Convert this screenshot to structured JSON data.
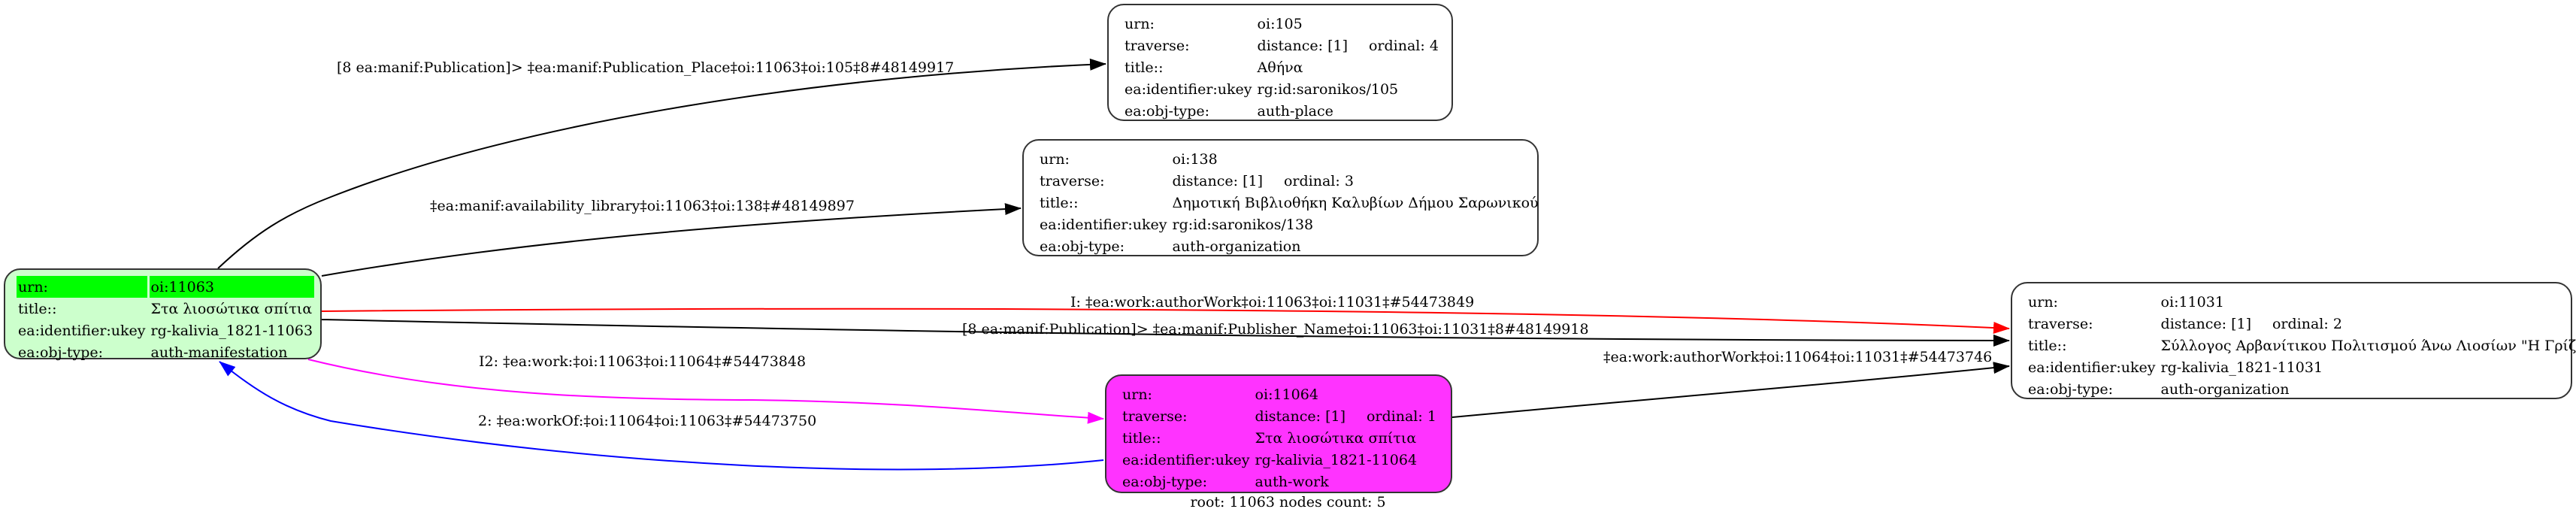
{
  "graph": {
    "colors": {
      "root_fill": "#ccffcc",
      "root_highlight": "#00ff00",
      "work_fill": "#ff33ff",
      "default_fill": "#ffffff",
      "edge_default": "#000000",
      "edge_author": "#ff0000",
      "edge_work": "#ff00ff",
      "edge_workof": "#0000ff"
    },
    "nodes": {
      "n11063": {
        "urn_key": "urn:",
        "urn": "oi:11063",
        "title_key": "title::",
        "title": "Στα λιοσώτικα σπίτια",
        "ukey_key": "ea:identifier:ukey",
        "ukey": "rg-kalivia_1821-11063",
        "type_key": "ea:obj-type:",
        "type": "auth-manifestation"
      },
      "n105": {
        "urn_key": "urn:",
        "urn": "oi:105",
        "traverse_key": "traverse:",
        "distance": "distance: [1]",
        "ordinal": "ordinal: 4",
        "title_key": "title::",
        "title": "Αθήνα",
        "ukey_key": "ea:identifier:ukey",
        "ukey": "rg:id:saronikos/105",
        "type_key": "ea:obj-type:",
        "type": "auth-place"
      },
      "n138": {
        "urn_key": "urn:",
        "urn": "oi:138",
        "traverse_key": "traverse:",
        "distance": "distance: [1]",
        "ordinal": "ordinal: 3",
        "title_key": "title::",
        "title": "Δημοτική Βιβλιοθήκη Καλυβίων Δήμου Σαρωνικού",
        "ukey_key": "ea:identifier:ukey",
        "ukey": "rg:id:saronikos/138",
        "type_key": "ea:obj-type:",
        "type": "auth-organization"
      },
      "n11031": {
        "urn_key": "urn:",
        "urn": "oi:11031",
        "traverse_key": "traverse:",
        "distance": "distance: [1]",
        "ordinal": "ordinal: 2",
        "title_key": "title::",
        "title": "Σύλλογος Αρβανίτικου Πολιτισμού Άνω Λιοσίων \"Η Γρίζα\"",
        "ukey_key": "ea:identifier:ukey",
        "ukey": "rg-kalivia_1821-11031",
        "type_key": "ea:obj-type:",
        "type": "auth-organization"
      },
      "n11064": {
        "urn_key": "urn:",
        "urn": "oi:11064",
        "traverse_key": "traverse:",
        "distance": "distance: [1]",
        "ordinal": "ordinal: 1",
        "title_key": "title::",
        "title": "Στα λιοσώτικα σπίτια",
        "ukey_key": "ea:identifier:ukey",
        "ukey": "rg-kalivia_1821-11064",
        "type_key": "ea:obj-type:",
        "type": "auth-work"
      }
    },
    "edges": {
      "pub_place": {
        "from": "oi:11063",
        "to": "oi:105",
        "label": "[8 ea:manif:Publication]> ‡ea:manif:Publication_Place‡oi:11063‡oi:105‡8#48149917"
      },
      "avail_library": {
        "from": "oi:11063",
        "to": "oi:138",
        "label": "‡ea:manif:availability_library‡oi:11063‡oi:138‡#48149897"
      },
      "author_work": {
        "from": "oi:11063",
        "to": "oi:11031",
        "label": "I: ‡ea:work:authorWork‡oi:11063‡oi:11031‡#54473849"
      },
      "publisher_name": {
        "from": "oi:11063",
        "to": "oi:11031",
        "label": "[8 ea:manif:Publication]> ‡ea:manif:Publisher_Name‡oi:11063‡oi:11031‡8#48149918"
      },
      "work": {
        "from": "oi:11063",
        "to": "oi:11064",
        "label": "I2: ‡ea:work:‡oi:11063‡oi:11064‡#54473848"
      },
      "work_of": {
        "from": "oi:11064",
        "to": "oi:11063",
        "label": "2: ‡ea:workOf:‡oi:11064‡oi:11063‡#54473750"
      },
      "work_author": {
        "from": "oi:11064",
        "to": "oi:11031",
        "label": "‡ea:work:authorWork‡oi:11064‡oi:11031‡#54473746"
      }
    },
    "footer": "root: 11063 nodes count: 5"
  }
}
